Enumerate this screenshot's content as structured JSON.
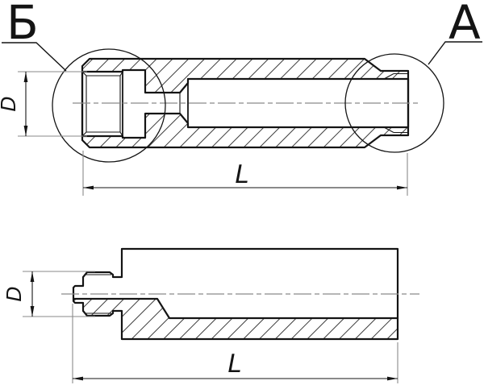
{
  "drawing": {
    "type": "technical-drawing",
    "views": {
      "top": {
        "name": "longitudinal full section of fitting sleeve",
        "detail_callout_left": "Б",
        "detail_callout_right": "А",
        "dim_diameter": "D",
        "dim_length": "L"
      },
      "bottom": {
        "name": "half-section of sleeve with threaded nipple",
        "dim_diameter": "D",
        "dim_length": "L"
      }
    },
    "labels": {
      "detail_b": "Б",
      "detail_a": "А",
      "diameter": "D",
      "length": "L"
    },
    "colors": {
      "line": "#141414",
      "auxiliary": "#8a8a8a",
      "hatch": "#3c3c3c",
      "background": "#ffffff"
    }
  }
}
